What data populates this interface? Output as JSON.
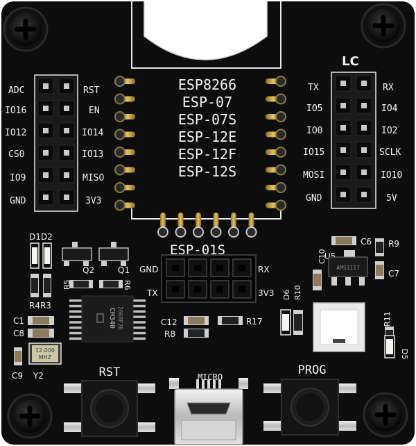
{
  "module_lines": [
    "ESP8266",
    "ESP-07",
    "ESP-07S",
    "ESP-12E",
    "ESP-12F",
    "ESP-12S"
  ],
  "esp01_title": "ESP-01S",
  "logo_text": "LC",
  "left_header": {
    "left_labels": [
      "ADC",
      "IO16",
      "IO12",
      "CS0",
      "IO9",
      "GND"
    ],
    "right_labels": [
      "RST",
      "EN",
      "IO14",
      "IO13",
      "MISO",
      "3V3"
    ]
  },
  "right_header": {
    "left_labels": [
      "TX",
      "IO5",
      "IO0",
      "IO15",
      "MOSI",
      "GND"
    ],
    "right_labels": [
      "RX",
      "IO4",
      "IO2",
      "SCLK",
      "IO10",
      "5V"
    ]
  },
  "esp01_labels": {
    "gnd": "GND",
    "tx": "TX",
    "rx": "RX",
    "v33": "3V3"
  },
  "component_labels": {
    "d1d2": "D1D2",
    "q2": "Q2",
    "q1": "Q1",
    "r5": "R5",
    "r6": "R6",
    "r4r3": "R4R3",
    "c1": "C1",
    "c8": "C8",
    "c9": "C9",
    "y2": "Y2",
    "crystal": "12.000\nMHZ",
    "c12": "C12",
    "r8": "R8",
    "r17": "R17",
    "d6": "D6",
    "r10": "R10",
    "c10": "C10",
    "u5": "U5",
    "c6": "C6",
    "r9": "R9",
    "c7": "C7",
    "r11": "R11",
    "d5": "D5"
  },
  "chip_marking": [
    "CH340",
    "266BF2B"
  ],
  "button_labels": {
    "rst": "RST",
    "prog": "PROG",
    "micro": "MICRO"
  }
}
